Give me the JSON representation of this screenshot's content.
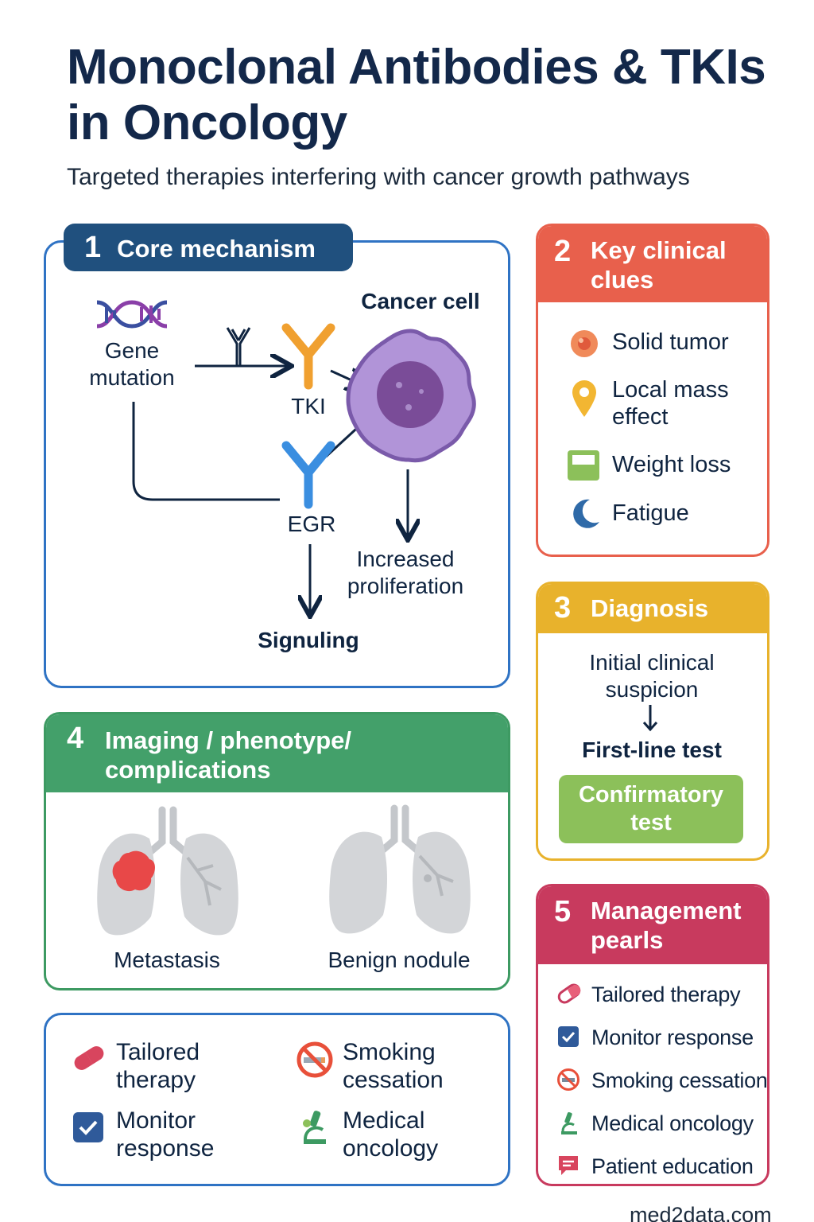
{
  "header": {
    "title": "Monoclonal Antibodies & TKIs in Oncology",
    "subtitle": "Targeted therapies interfering with cancer growth pathways"
  },
  "mechanism": {
    "num": "1",
    "title": "Core mechanism",
    "gene_line1": "Gene",
    "gene_line2": "mutation",
    "cancer_cell": "Cancer cell",
    "tki": "TKI",
    "egr": "EGR",
    "prolif_line1": "Increased",
    "prolif_line2": "proliferation",
    "signaling": "Signuling"
  },
  "clues": {
    "num": "2",
    "title_line1": "Key clinical",
    "title_line2": "clues",
    "items": [
      "Solid tumor",
      "Local mass",
      "effect",
      "Weight loss",
      "Fatigue"
    ]
  },
  "diagnosis": {
    "num": "3",
    "title": "Diagnosis",
    "step1_line1": "Initial clinical",
    "step1_line2": "suspicion",
    "step2": "First-line test",
    "step3_line1": "Confirmatory",
    "step3_line2": "test"
  },
  "imaging": {
    "num": "4",
    "title_line1": "Imaging / phenotype/",
    "title_line2": "complications",
    "left": "Metastasis",
    "right": "Benign nodule"
  },
  "management": {
    "num": "5",
    "title_line1": "Management",
    "title_line2": "pearls",
    "items": [
      "Tailored therapy",
      "Monitor response",
      "Smoking cessation",
      "Medical oncology",
      "Patient education"
    ]
  },
  "legend": {
    "tailored_1": "Tailored",
    "tailored_2": "therapy",
    "monitor_1": "Monitor",
    "monitor_2": "response",
    "smoking_1": "Smoking",
    "smoking_2": "cessation",
    "oncology_1": "Medical",
    "oncology_2": "oncology"
  },
  "footer": {
    "site": "med2data.com"
  },
  "colors": {
    "navy": "#20507e",
    "blue": "#2f73c4",
    "red": "#e8604c",
    "yellow": "#e8b22c",
    "green": "#43a06a",
    "crimson": "#c83a5e",
    "lime": "#8cc05a",
    "purple": "#9b7cc8"
  }
}
